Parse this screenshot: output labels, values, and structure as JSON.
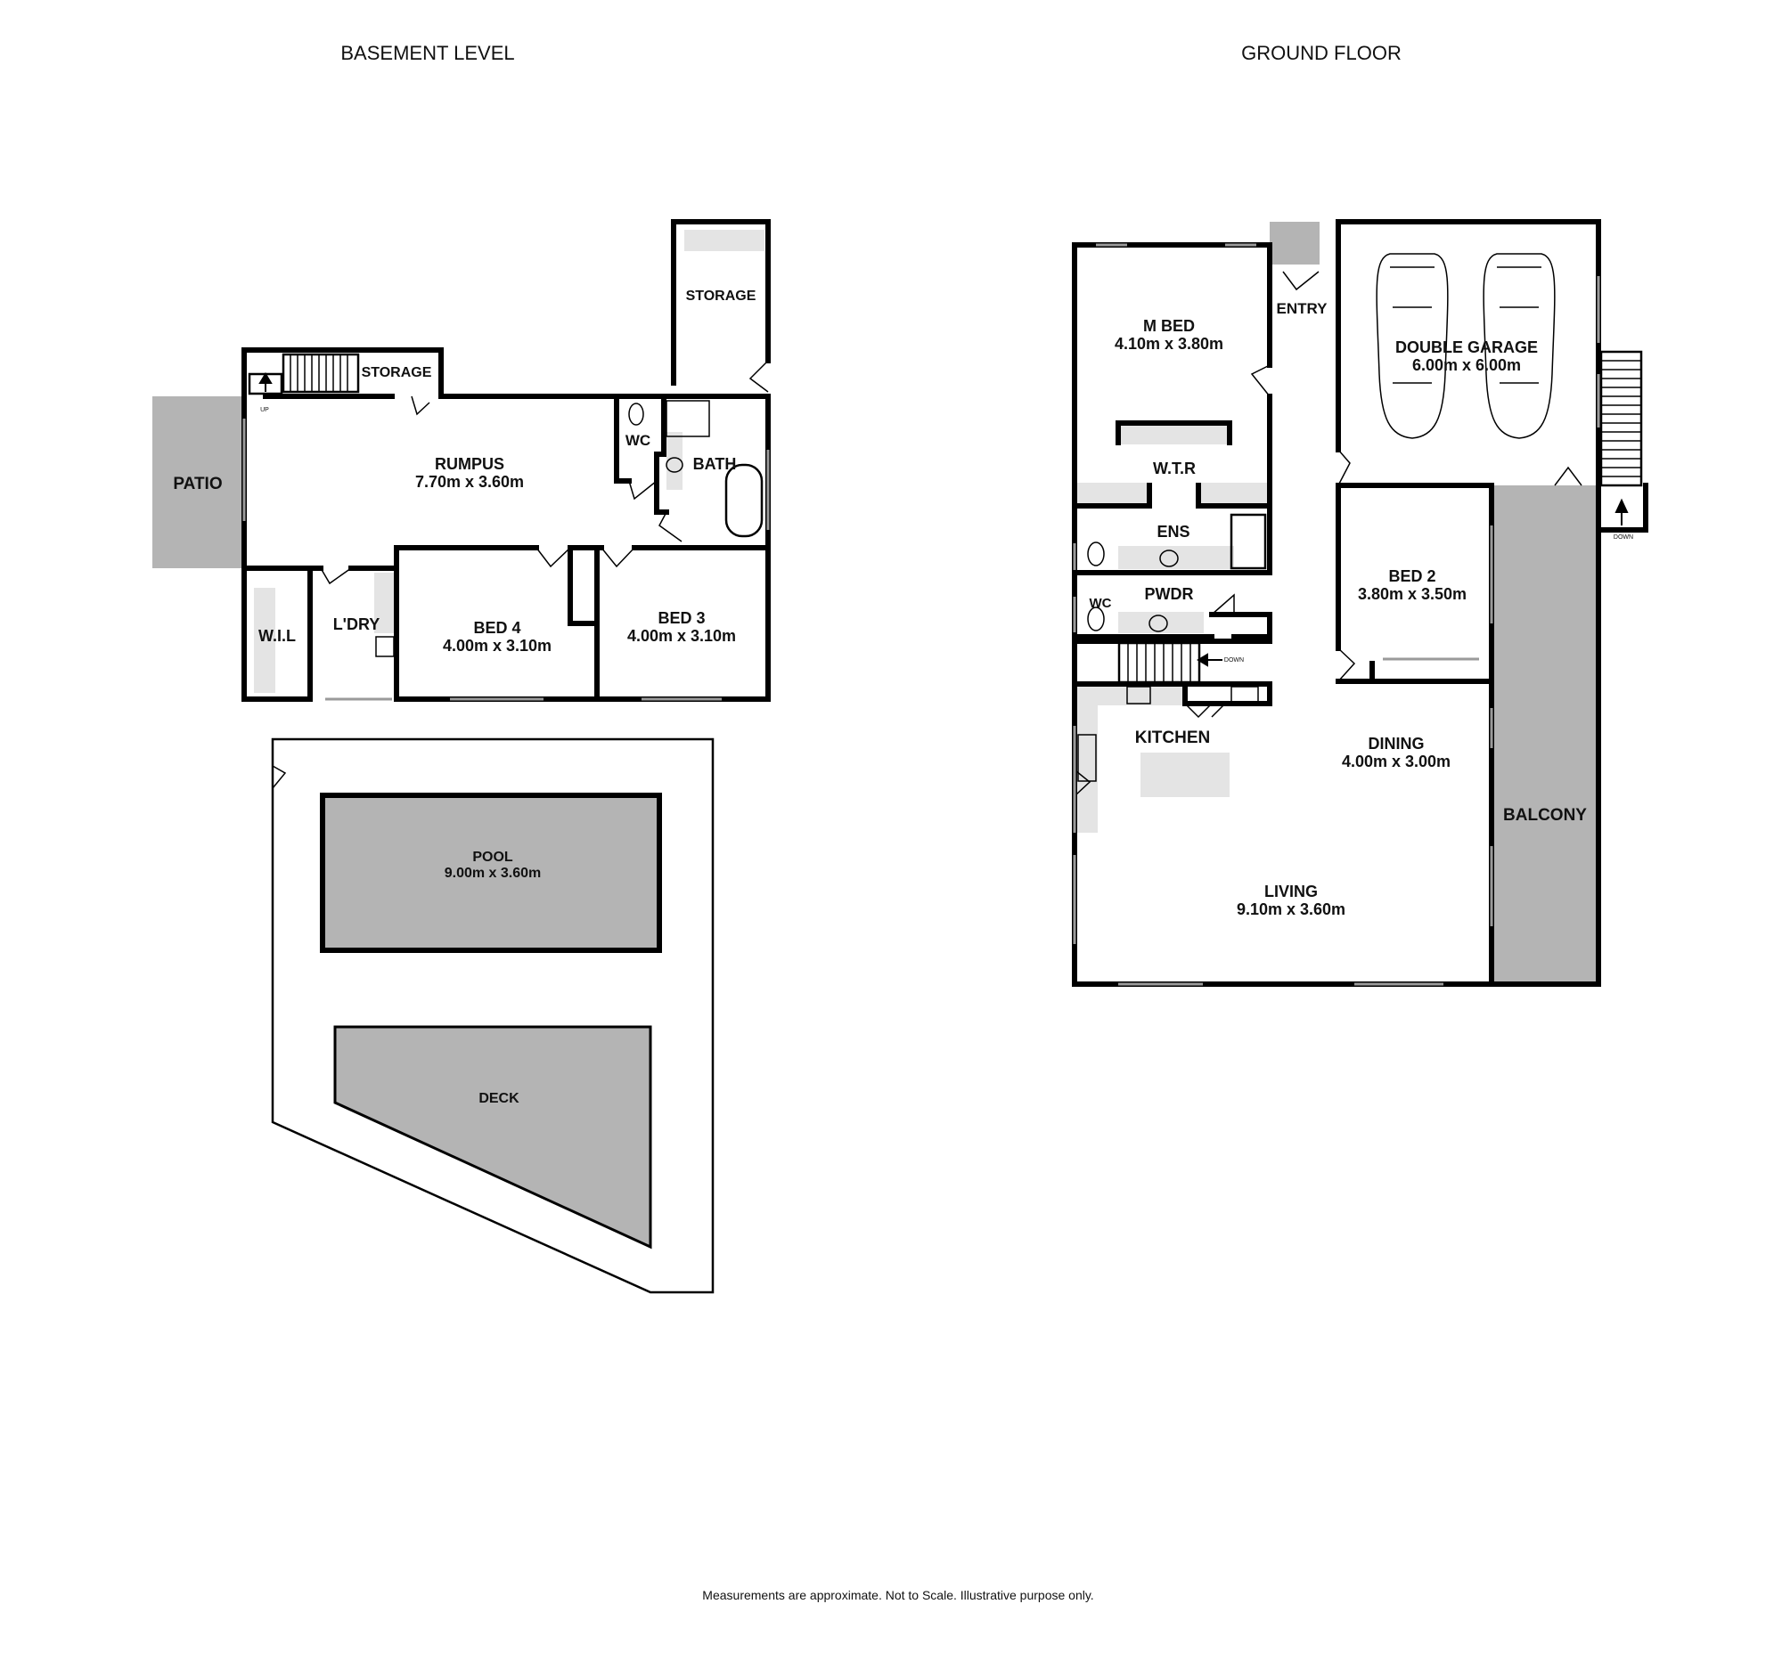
{
  "titles": {
    "basement": "BASEMENT LEVEL",
    "ground": "GROUND FLOOR"
  },
  "basement": {
    "patio": "PATIO",
    "storage_top": "STORAGE",
    "storage_right": "STORAGE",
    "rumpus": {
      "name": "RUMPUS",
      "dims": "7.70m  x 3.60m"
    },
    "wc": "WC",
    "bath": "BATH",
    "wil": "W.I.L",
    "ldry": "L'DRY",
    "bed4": {
      "name": "BED 4",
      "dims": "4.00m  x 3.10m"
    },
    "bed3": {
      "name": "BED 3",
      "dims": "4.00m  x 3.10m"
    },
    "pool": {
      "name": "POOL",
      "dims": "9.00m  x 3.60m"
    },
    "deck": "DECK",
    "stair_up": "UP"
  },
  "ground": {
    "mbed": {
      "name": "M BED",
      "dims": "4.10m  x 3.80m"
    },
    "entry": "ENTRY",
    "garage": {
      "name": "DOUBLE GARAGE",
      "dims": "6.00m  x 6.00m"
    },
    "wtr": "W.T.R",
    "ens": "ENS",
    "pwdr": "PWDR",
    "wc": "WC",
    "bed2": {
      "name": "BED 2",
      "dims": "3.80m  x 3.50m"
    },
    "kitchen": "KITCHEN",
    "dining": {
      "name": "DINING",
      "dims": "4.00m  x 3.00m"
    },
    "living": {
      "name": "LIVING",
      "dims": "9.10m  x 3.60m"
    },
    "balcony": "BALCONY",
    "stair_down": "DOWN",
    "ext_stair_down": "DOWN"
  },
  "footer": "Measurements are approximate.  Not to Scale.  Illustrative purpose only."
}
